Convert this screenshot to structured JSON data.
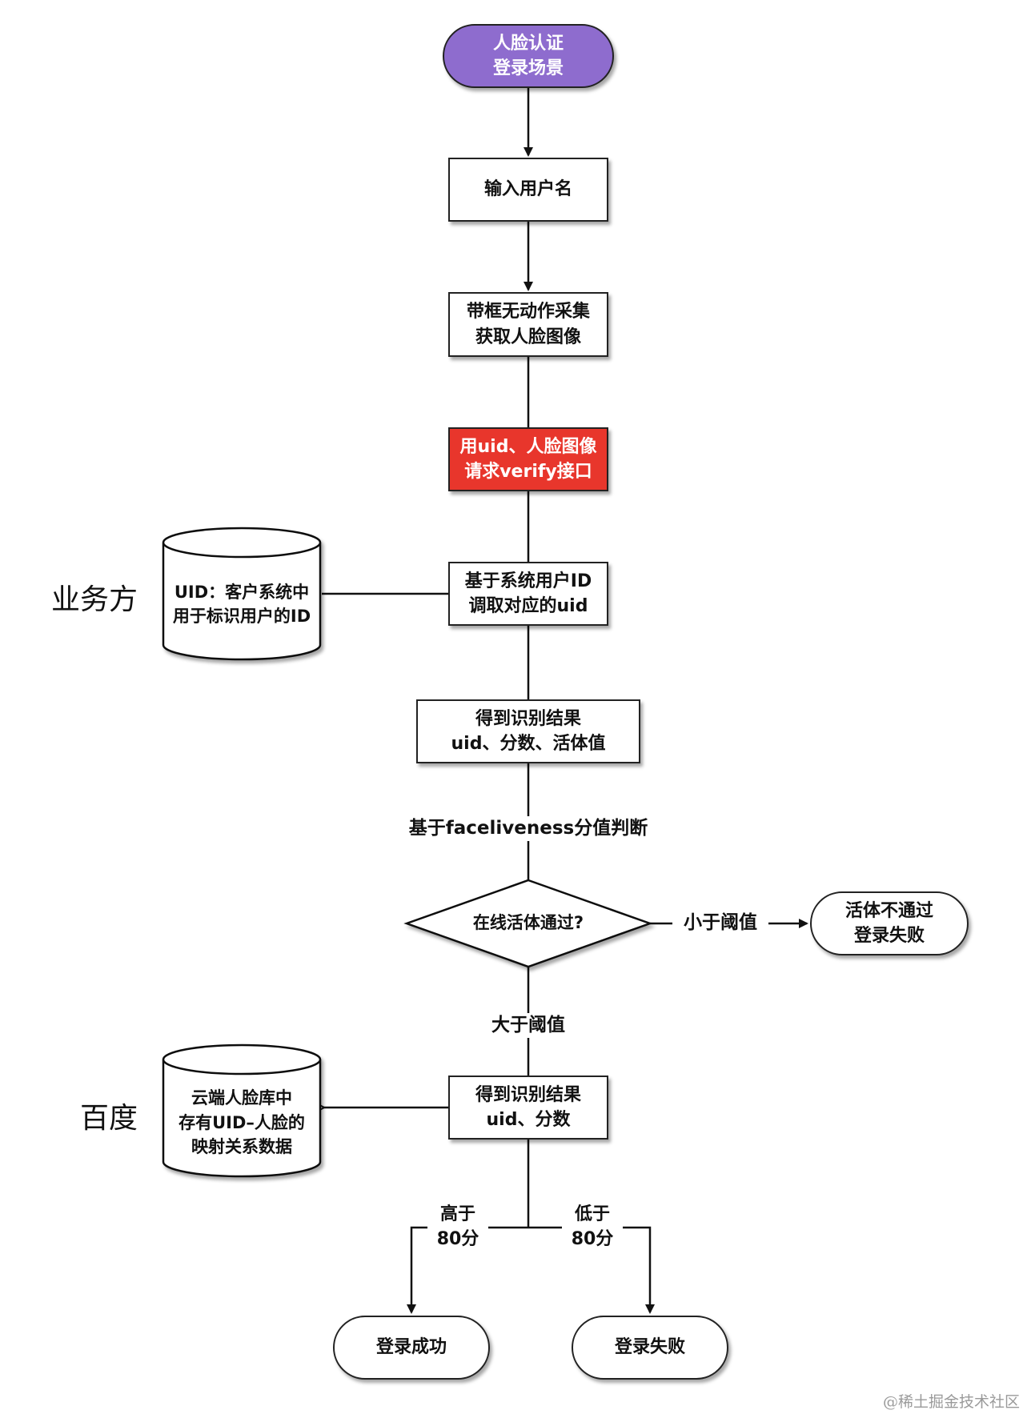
{
  "nodes": {
    "start": [
      "人脸认证",
      "登录场景"
    ],
    "input_username": [
      "输入用户名"
    ],
    "capture": [
      "带框无动作采集",
      "获取人脸图像"
    ],
    "verify_request": [
      "用uid、人脸图像",
      "请求verify接口"
    ],
    "lookup_uid": [
      "基于系统用户ID",
      "调取对应的uid"
    ],
    "result1": [
      "得到识别结果",
      "uid、分数、活体值"
    ],
    "liveness_decision": "在线活体通过?",
    "liveness_fail": [
      "活体不通过",
      "登录失败"
    ],
    "result2": [
      "得到识别结果",
      "uid、分数"
    ],
    "login_success": "登录成功",
    "login_fail": "登录失败"
  },
  "databases": {
    "business": [
      "UID：客户系统中",
      "用于标识用户的ID"
    ],
    "baidu": [
      "云端人脸库中",
      "存有UID–人脸的",
      "映射关系数据"
    ]
  },
  "edge_labels": {
    "liveness_judge": "基于faceliveness分值判断",
    "below_threshold": "小于阈值",
    "above_threshold": "大于阈值",
    "above_80": [
      "高于",
      "80分"
    ],
    "below_80": [
      "低于",
      "80分"
    ]
  },
  "sides": {
    "business": "业务方",
    "baidu": "百度"
  },
  "watermark": "@稀土掘金技术社区",
  "colors": {
    "start_fill": "#8e6cce",
    "alert_fill": "#e8362c",
    "stroke": "#222222"
  }
}
